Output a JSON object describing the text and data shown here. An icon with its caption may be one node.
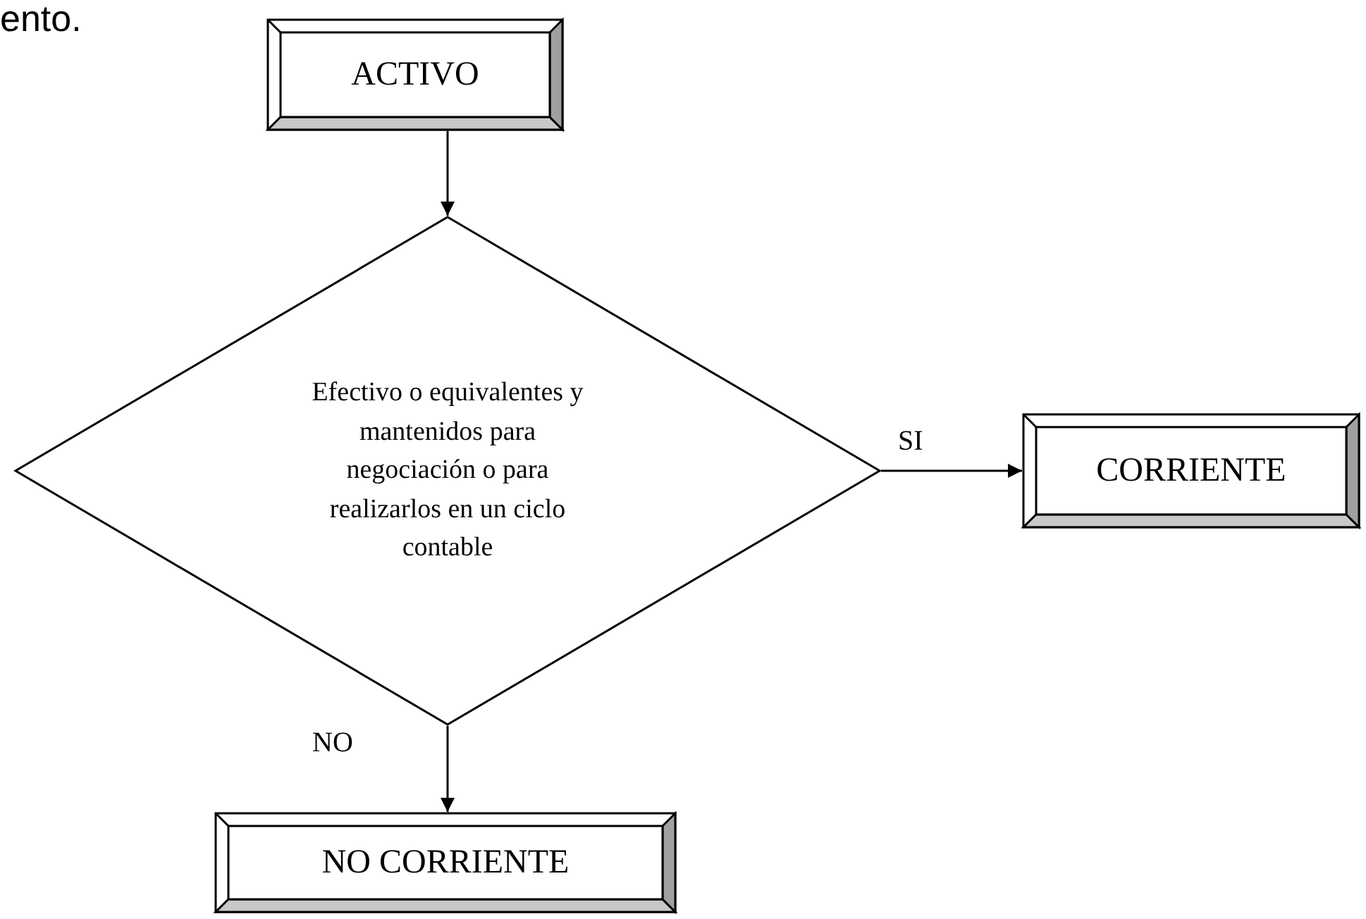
{
  "diagram": {
    "nodes": [
      {
        "text": [
          "ACTIVO"
        ]
      },
      {
        "text": [
          "Efectivo o equivalentes y mantenidos para negociación o para realizarlos en un ciclo contable"
        ]
      },
      {
        "text": [
          "CORRIENTE"
        ]
      },
      {
        "text": [
          "NO CORRIENTE"
        ]
      }
    ],
    "edges": [
      {
        "from": 0,
        "to": 1,
        "arrow": "to"
      },
      {
        "from": 1,
        "to": 2,
        "arrow": "to",
        "label": "SI"
      },
      {
        "from": 1,
        "to": 3,
        "arrow": "to",
        "label": "NO"
      }
    ],
    "labels": [
      "ento."
    ]
  }
}
